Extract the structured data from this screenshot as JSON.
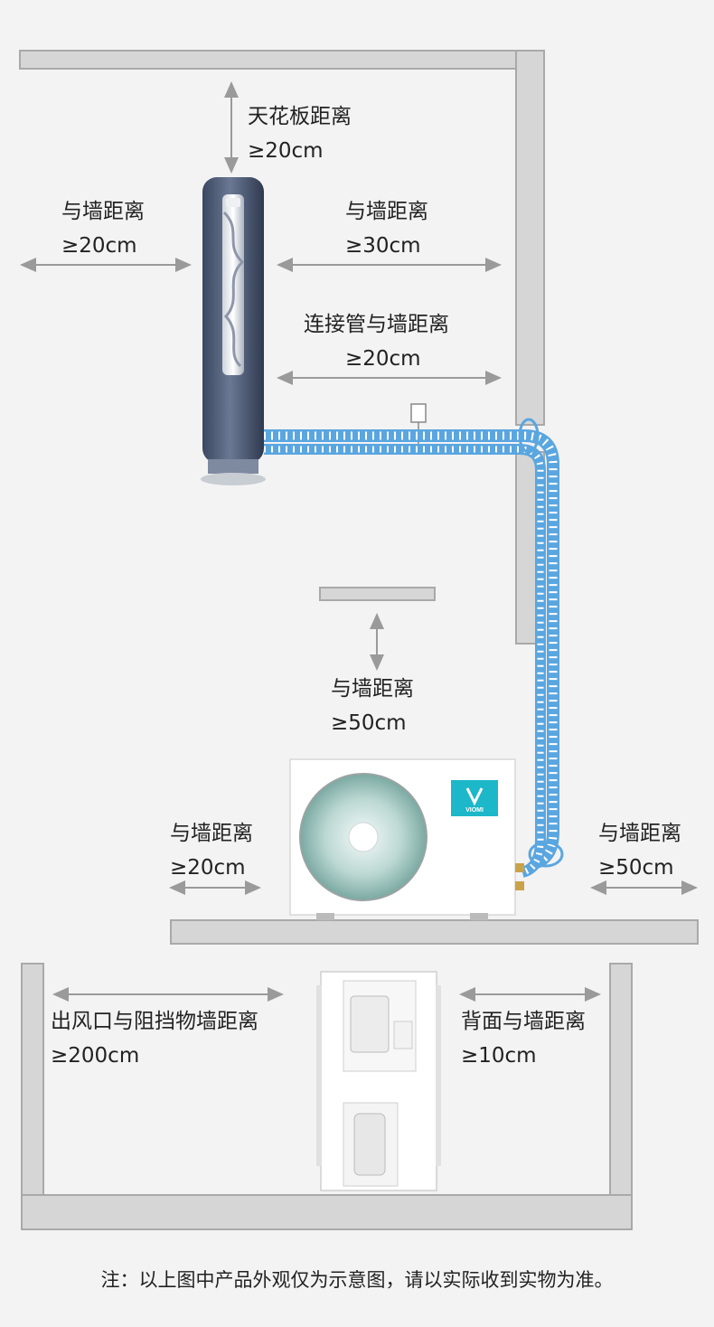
{
  "labels": {
    "ceiling": {
      "title": "天花板距离",
      "value": "≥20cm"
    },
    "indoor_left": {
      "title": "与墙距离",
      "value": "≥20cm"
    },
    "indoor_right": {
      "title": "与墙距离",
      "value": "≥30cm"
    },
    "pipe": {
      "title": "连接管与墙距离",
      "value": "≥20cm"
    },
    "outdoor_top": {
      "title": "与墙距离",
      "value": "≥50cm"
    },
    "outdoor_left": {
      "title": "与墙距离",
      "value": "≥20cm"
    },
    "outdoor_right": {
      "title": "与墙距离",
      "value": "≥50cm"
    },
    "outlet": {
      "title": "出风口与阻挡物墙距离",
      "value": "≥200cm"
    },
    "back": {
      "title": "背面与墙距离",
      "value": "≥10cm"
    }
  },
  "brand": {
    "logo_text": "VIOMI"
  },
  "note": "注：以上图中产品外观仅为示意图，请以实际收到实物为准。",
  "colors": {
    "wall": "#d6d6d6",
    "wall_stroke": "#a9a9a9",
    "arrow": "#9a9a9a",
    "pipe": "#5aa6e0",
    "unit_body": "#4d5b73",
    "logo_bg": "#1cb7c9"
  }
}
